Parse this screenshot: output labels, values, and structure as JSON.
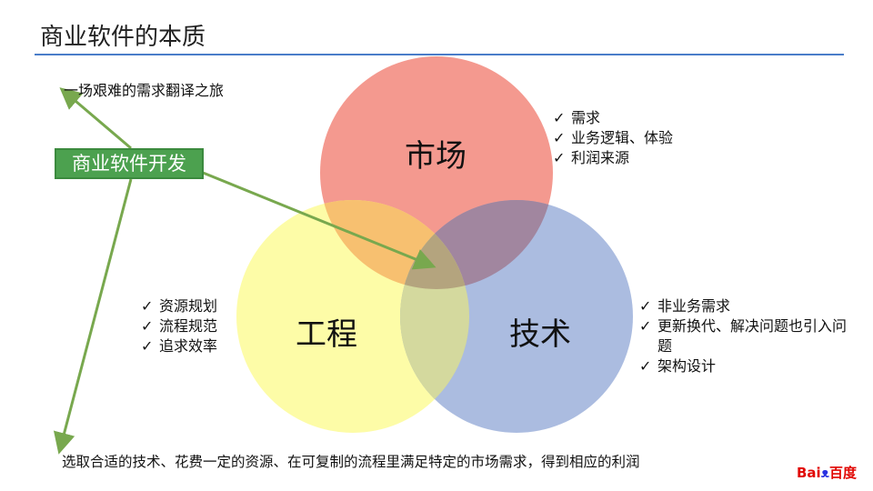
{
  "title": "商业软件的本质",
  "top_note": "一场艰难的需求翻译之旅",
  "center_label": "商业软件开发",
  "bottom_note": "选取合适的技术、花费一定的资源、在可复制的流程里满足特定的市场需求，得到相应的利润",
  "circles": {
    "market": {
      "label": "市场",
      "color": "#F4998F"
    },
    "engineering": {
      "label": "工程",
      "color": "#FDFB98"
    },
    "technology": {
      "label": "技术",
      "color": "#A6B9DF"
    }
  },
  "market_points": [
    "需求",
    "业务逻辑、体验",
    "利润来源"
  ],
  "engineering_points": [
    "资源规划",
    "流程规范",
    "追求效率"
  ],
  "technology_points": [
    "非业务需求",
    "更新换代、解决问题也引入问题",
    "架构设计"
  ],
  "check_glyph": "✓",
  "logo": {
    "bai": "Bai",
    "paw": "ᴥ",
    "du": "百度"
  },
  "colors": {
    "accent_line": "#4A7DC9",
    "arrow": "#78A84E",
    "box": "#4CA14F"
  }
}
